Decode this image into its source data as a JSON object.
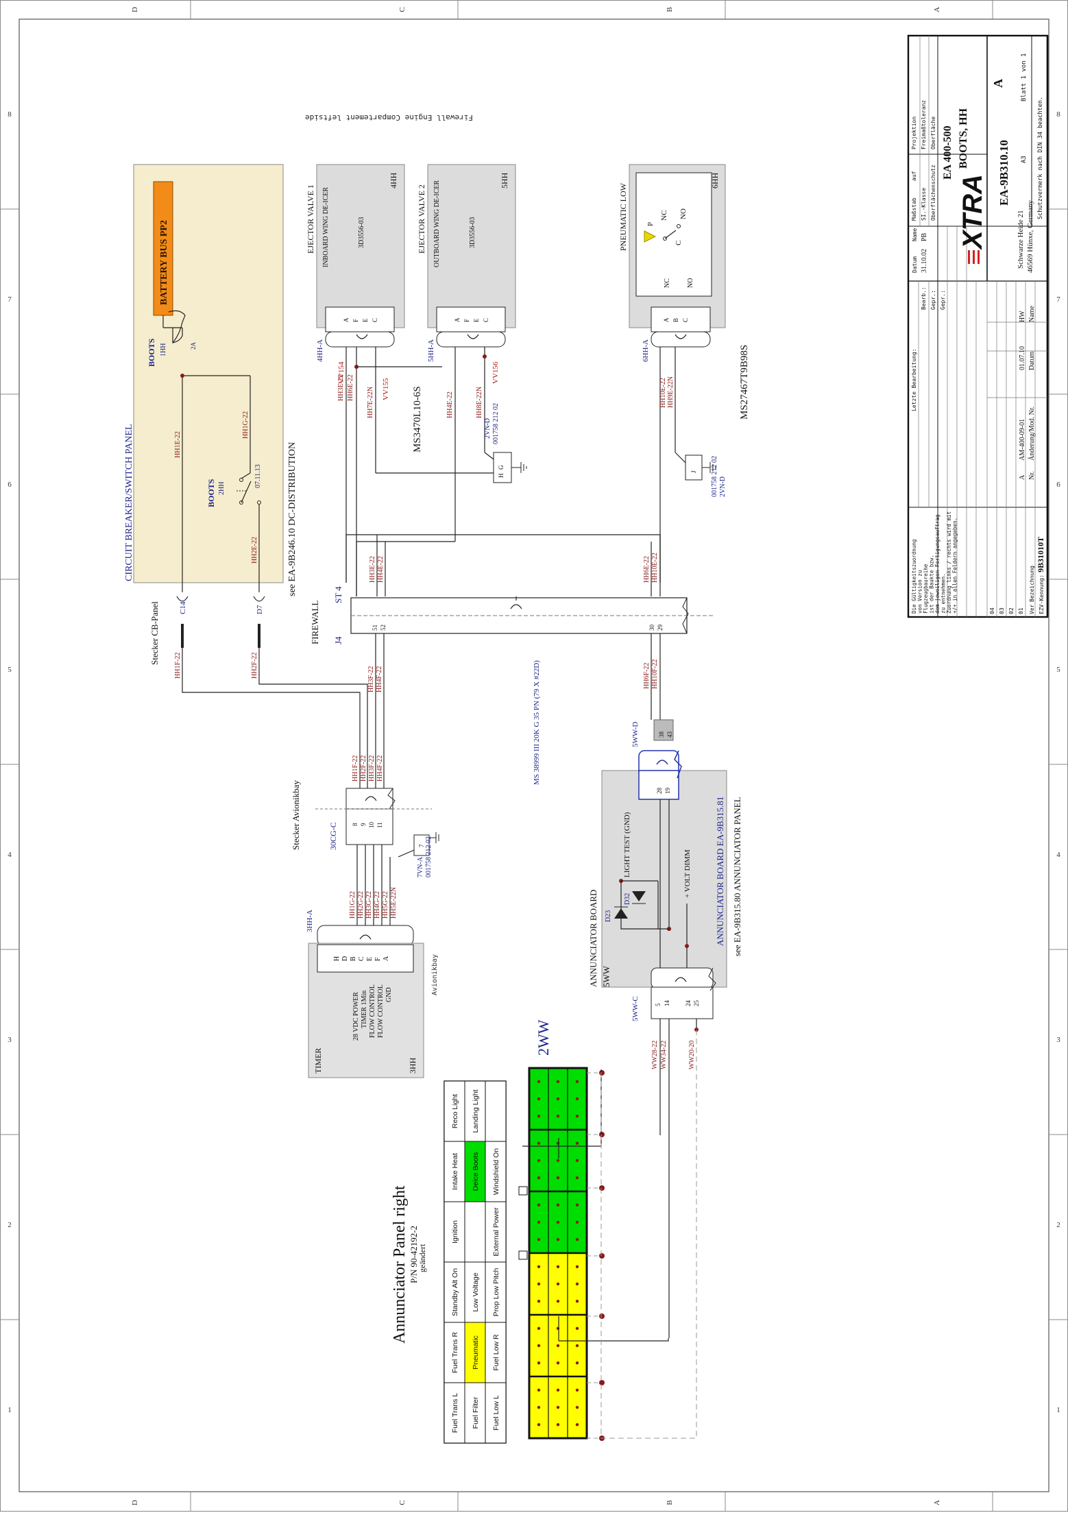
{
  "frame": {
    "zones_rows": [
      "D",
      "C",
      "B",
      "A"
    ],
    "zones_cols": [
      "8",
      "7",
      "6",
      "5",
      "4",
      "3",
      "2",
      "1"
    ]
  },
  "panel_cb": {
    "title": "CIRCUIT BREAKER/SWITCH PANEL",
    "bus": "BATTERY BUS PP2",
    "cb_name": "BOOTS",
    "cb_ref": "1HH",
    "cb_rating": "2A",
    "sw_name": "BOOTS",
    "sw_ref": "2HH",
    "sw_part": "07.11.13",
    "wire_g": "HH1G-22",
    "wire_e": "HH1E-22",
    "wire_2e": "HH2E-22"
  },
  "dc_ref": "see EA-9B246.10 DC-DISTRIBUTION",
  "stecker_cb": {
    "title": "Stecker CB-Panel",
    "pin1": "C14",
    "pin2": "D7",
    "wire1": "HH1F-22",
    "wire2": "HH2F-22"
  },
  "valve1": {
    "title": "EJECTOR VALVE 1",
    "sub": "INBOARD WING DE-ICER",
    "part": "3D3556-03",
    "ref": "4HH",
    "conn": "4HH-A",
    "pins": [
      "A",
      "F",
      "E",
      "C"
    ],
    "wires": [
      "HH3E-22",
      "HH6E-22",
      "HH7E-22N"
    ],
    "vv1": "VV154",
    "vv2": "VV155"
  },
  "valve2": {
    "title": "EJECTOR VALVE 2",
    "sub": "OUTBOARD WING DE-ICER",
    "part": "3D3556-03",
    "ref": "5HH",
    "conn": "5HH-A",
    "pins": [
      "A",
      "F",
      "E",
      "C"
    ],
    "wires": [
      "HH4E-22",
      "HH8E-22N"
    ],
    "vv": "VV156"
  },
  "ms_conn1": "MS3470L10-6S",
  "ms_conn2": "MS27467T9B98S",
  "gnd1": {
    "pins": [
      "G",
      "H"
    ],
    "ref": "2VN-D",
    "part": "001758 212 02"
  },
  "pneumatic": {
    "title": "PNEUMATIC LOW",
    "ref": "6HH",
    "conn": "6HH-A",
    "pins": [
      "A",
      "B",
      "C"
    ],
    "labels": [
      "P",
      "NC",
      "C",
      "NO",
      "NC",
      "NO"
    ],
    "wires": [
      "HH10E-22",
      "HH9E-22N"
    ]
  },
  "gnd2": {
    "pin": "J",
    "ref": "2VN-D",
    "part": "001758 212 02"
  },
  "firewall": {
    "label": "FIREWALL",
    "st": "ST 4",
    "j": "J4",
    "pins_top": [
      "51",
      "52"
    ],
    "pins_bot": [
      "30",
      "29"
    ],
    "wires_top": [
      "HH3E-22",
      "HH4E-22"
    ],
    "wires_bot": [
      "HH6E-22",
      "HH10E-22"
    ],
    "wires_in_top": [
      "HH3F-22",
      "HH4F-22"
    ],
    "wires_in_bot": [
      "HH6F-22",
      "HH10F-22"
    ],
    "cable": "MS 38999 III 20K G 35 PN (79 X #22D)",
    "caption": "Firewall Engine Compartement leftside"
  },
  "avionik": {
    "title": "Stecker Avionikbay",
    "conn": "30CG-C",
    "pins": [
      "8",
      "9",
      "10",
      "11",
      "7"
    ],
    "wires": [
      "HH1F-22",
      "HH2F-22",
      "HH3F-22",
      "HH4F-22"
    ],
    "gnd_ref": "7VN-A",
    "gnd_part": "001758 212 02"
  },
  "timer": {
    "title": "TIMER",
    "ref": "3HH",
    "conn": "3HH-A",
    "bay": "Avionikbay",
    "pins": [
      "H",
      "D",
      "B",
      "C",
      "E",
      "F",
      "A"
    ],
    "funcs": [
      "28 VDC POWER",
      "TIMER 1Min",
      "FLOW CONTROL",
      "FLOW CONTROL",
      "GND"
    ],
    "wires": [
      "HH1G-22",
      "HH2G-22",
      "HH3G-22",
      "HH4G-22",
      "HH5G-22",
      "HH5E-22N"
    ]
  },
  "annunciator": {
    "title": "ANNUNCIATOR BOARD",
    "ref": "5WW",
    "conn_d": "5WW-D",
    "conn_c": "5WW-C",
    "pins_d": [
      "28",
      "19"
    ],
    "pins_c": [
      "5",
      "14",
      "24",
      "25"
    ],
    "splice": [
      "38",
      "43"
    ],
    "light_test": "LIGHT TEST (GND)",
    "volt": "+ VOLT DIMM",
    "diodes": [
      "D23",
      "D32"
    ],
    "board": "ANNUNCIATOR BOARD EA-9B315.81",
    "see": "see EA-9B315.80 ANNUNCIATOR PANEL",
    "wires": [
      "WW28-22",
      "WW34-22",
      "WW20-20"
    ]
  },
  "ann_panel": {
    "heading": "Annunciator Panel right",
    "pn": "P/N 90-42192-2",
    "changed": "geändert",
    "ref": "2WW",
    "rows": [
      [
        "Fuel Trans L",
        "Fuel Trans R",
        "Standby Alt On",
        "Ignition",
        "Intake Heat",
        "Reco Light"
      ],
      [
        "Fuel Filter",
        "Pneumatic",
        "Low Voltage",
        "",
        "Deice Boots",
        "Landing Light"
      ],
      [
        "Fuel Low L",
        "Fuel Low R",
        "Prop Low Pitch",
        "External Power",
        "Windshield On",
        ""
      ]
    ],
    "highlights": {
      "pneumatic": "#ffff00",
      "deice": "#00dd00"
    },
    "colors": {
      "yellow": "#ffff00",
      "green": "#00dd00"
    }
  },
  "titleblock": {
    "rev_notes": [
      "Die Gültigkeitszuordnung",
      "von Version zu",
      "Flugzeugbaureihe",
      "ist der Baukte bzw.",
      "dem jeweiligen Fertigungsauftrag",
      "zu entnehmen.",
      "Zuordnung links / rechts wird mit",
      "+/+ in allen Feldern angegeben."
    ],
    "letzte": "Letzte Bearbeitung:",
    "rev_rows": [
      "04",
      "03",
      "02",
      "01"
    ],
    "ver": "Ver",
    "bez": "Bezeichnung",
    "ezv": "EZV-Kennung:",
    "ezv_val": "9B31010T",
    "change_no": "A",
    "change_doc": "AM-400-09-01",
    "change_date": "01.07.10",
    "change_name": "HW",
    "col_nr": "Nr.",
    "col_mod": "Änderung/Mod. Nr.",
    "col_datum": "Datum",
    "col_name": "Name",
    "bearb": "Bearb.:",
    "gepr": "Gepr.:",
    "gepr2": "Gepr.:",
    "datum_h": "Datum",
    "name_h": "Name",
    "bearb_date": "31.10.02",
    "bearb_name": "PB",
    "massstab": "Maßstab",
    "auf": "auf",
    "projektion": "Projektion",
    "si_klasse": "SI.-Klasse",
    "freimass": "Freimaßtoleranz",
    "oberfl": "Oberflächenschutz",
    "oberfl2": "Oberfläche",
    "type": "EA 400-500",
    "name": "BOOTS, HH",
    "drawing": "EA-9B310.10",
    "index": "A",
    "size": "A3",
    "sheet": "Blatt 1 von 1",
    "protect": "Schutzvermerk nach DIN 34 beachten.",
    "logo": "XTRA",
    "addr1": "Schwarze Heide 21",
    "addr2": "46569 Hünxe, Germany"
  }
}
